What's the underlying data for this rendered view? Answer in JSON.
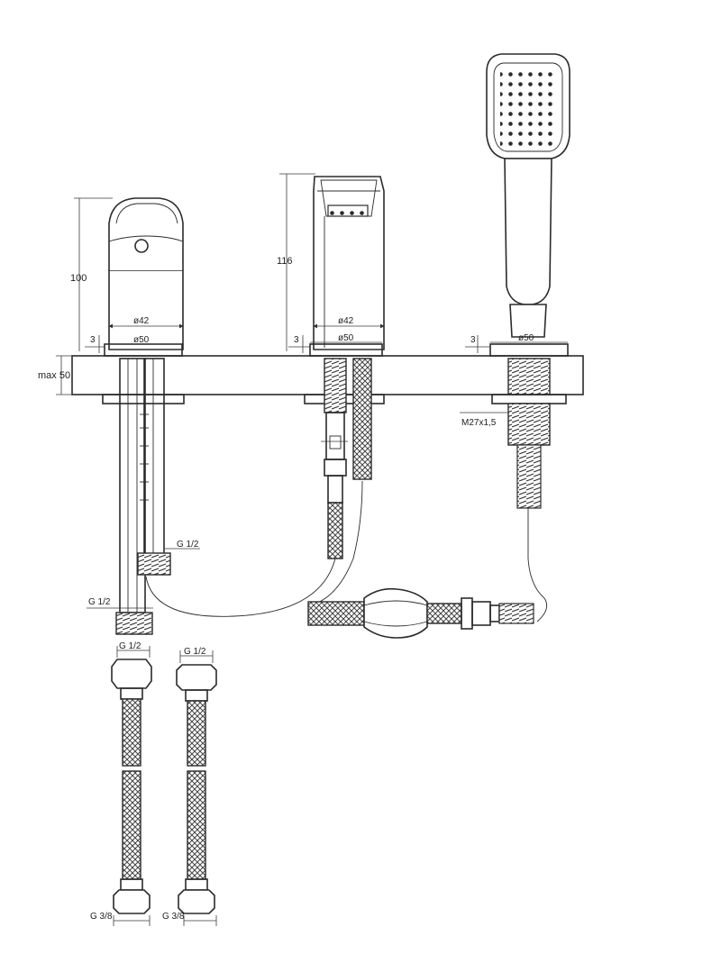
{
  "labels": {
    "height_left": "100",
    "height_mid": "116",
    "deck": "max 50",
    "d42_left": "ø42",
    "d50_left": "ø50",
    "d42_mid": "ø42",
    "d50_mid": "ø50",
    "d50_right": "ø50",
    "three_left": "3",
    "three_mid": "3",
    "three_right": "3",
    "thread": "M27x1,5",
    "g12_upper": "G 1/2",
    "g12_lower": "G 1/2",
    "g12_hose_left": "G 1/2",
    "g12_hose_right": "G 1/2",
    "g38_left": "G 3/8",
    "g38_right": "G 3/8"
  }
}
